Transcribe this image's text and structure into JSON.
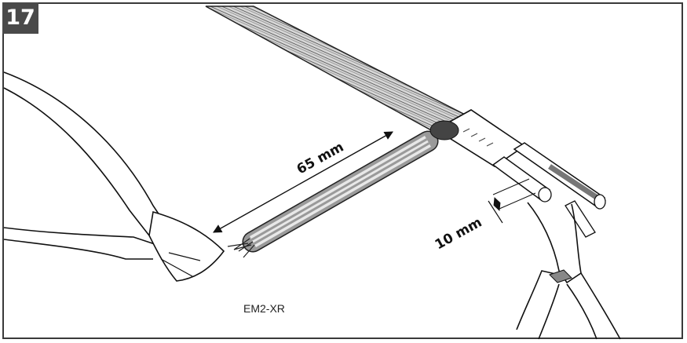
{
  "step": {
    "number": "17"
  },
  "dimensions": {
    "stripped_length": "65 mm",
    "wire_trim": "10 mm"
  },
  "caption": "EM2-XR",
  "colors": {
    "badge": "#4a4a4a",
    "frame": "#3a3a3a",
    "line": "#111111",
    "conductor_grey": "#9a9a9a"
  }
}
